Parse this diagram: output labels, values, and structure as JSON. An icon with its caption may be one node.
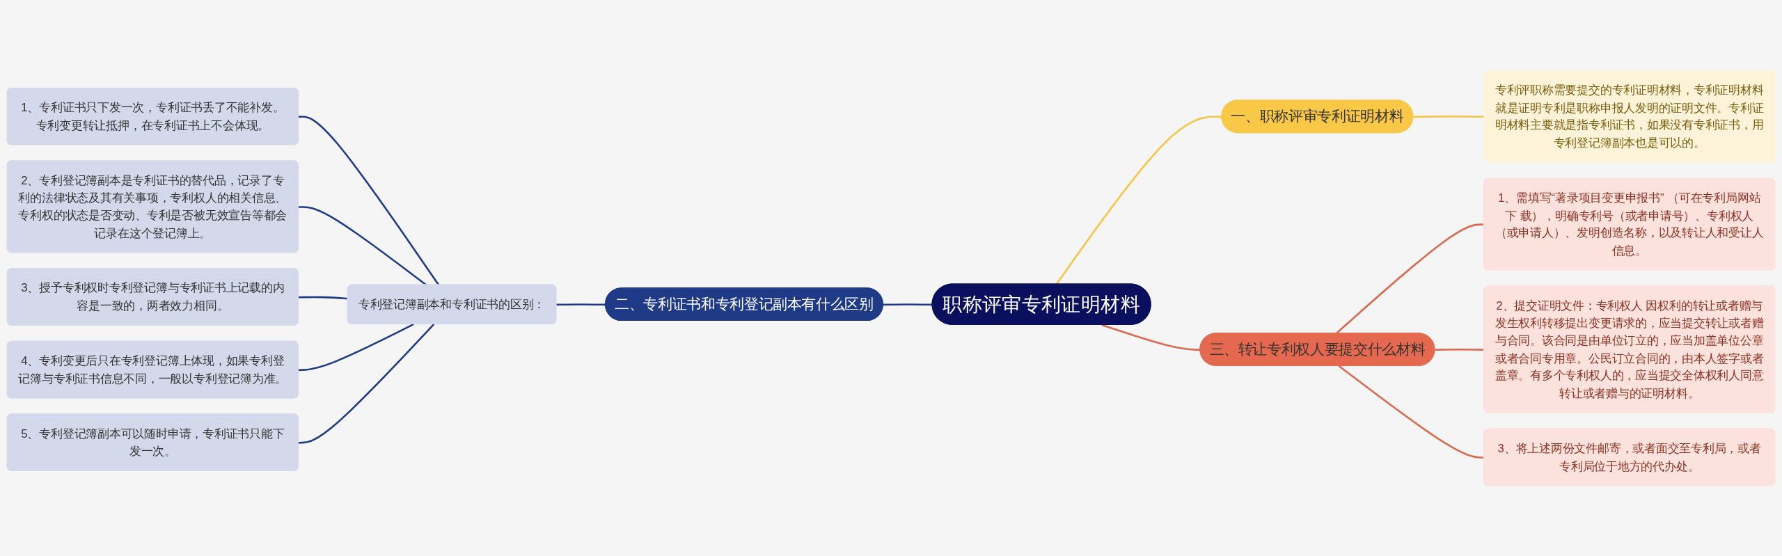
{
  "diagram": {
    "nodes": [
      {
        "text": [
          "职称评审专利证明材料"
        ]
      },
      {
        "text": [
          "一、职称评审专利证明材料"
        ]
      },
      {
        "text": [
          "专利评职称需要提交的专利证明材料，专利证明材料就是证明专利是职称申报人发明的证明文件。专利证明材料主要就是指专利证书，如果没有专利证书，用专利登记簿副本也是可以的。"
        ]
      },
      {
        "text": [
          "二、专利证书和专利登记副本有什么区别"
        ]
      },
      {
        "text": [
          "专利登记簿副本和专利证书的区别："
        ]
      },
      {
        "text": [
          "1、专利证书只下发一次，专利证书丢了不能补发。专利变更转让抵押，在专利证书上不会体现。"
        ]
      },
      {
        "text": [
          "2、专利登记簿副本是专利证书的替代品，记录了专利的法律状态及其有关事项，专利权人的相关信息、专利权的状态是否变动、专利是否被无效宣告等都会记录在这个登记簿上。"
        ]
      },
      {
        "text": [
          "3、授予专利权时专利登记簿与专利证书上记载的内容是一致的，两者效力相同。"
        ]
      },
      {
        "text": [
          "4、专利变更后只在专利登记簿上体现，如果专利登记簿与专利证书信息不同，一般以专利登记簿为准。"
        ]
      },
      {
        "text": [
          "5、专利登记簿副本可以随时申请，专利证书只能下发一次。"
        ]
      },
      {
        "text": [
          "三、转让专利权人要提交什么材料"
        ]
      },
      {
        "text": [
          "1、需填写“著录项目变更申报书” （可在专利局网站下 载），明确专利号（或者申请号）、专利权人（或申请人）、发明创造名称，以及转让人和受让人信息。"
        ]
      },
      {
        "text": [
          "2、提交证明文件：专利权人 因权利的转让或者赠与发生权利转移提出变更请求的，应当提交转让或者赠与合同。该合同是由单位订立的，应当加盖单位公章或者合同专用章。公民订立合同的，由本人签字或者盖章。有多个专利权人的，应当提交全体权利人同意转让或者赠与的证明材料。"
        ]
      },
      {
        "text": [
          "3、将上述两份文件邮寄，或者面交至专利局，或者专利局位于地方的代办处。"
        ]
      }
    ],
    "edges": [
      {
        "from": 0,
        "to": 1,
        "arrow": "none",
        "color": "#f5c542"
      },
      {
        "from": 1,
        "to": 2,
        "arrow": "none",
        "color": "#f5c542"
      },
      {
        "from": 0,
        "to": 3,
        "arrow": "none"
      },
      {
        "from": 3,
        "to": 4,
        "arrow": "none"
      },
      {
        "from": 4,
        "to": 5,
        "arrow": "none"
      },
      {
        "from": 4,
        "to": 6,
        "arrow": "none"
      },
      {
        "from": 4,
        "to": 7,
        "arrow": "none"
      },
      {
        "from": 4,
        "to": 8,
        "arrow": "none"
      },
      {
        "from": 4,
        "to": 9,
        "arrow": "none"
      },
      {
        "from": 0,
        "to": 10,
        "arrow": "none",
        "color": "#d9694f"
      },
      {
        "from": 10,
        "to": 11,
        "arrow": "none",
        "color": "#d9694f"
      },
      {
        "from": 10,
        "to": 12,
        "arrow": "none",
        "color": "#d9694f"
      },
      {
        "from": 10,
        "to": 13,
        "arrow": "none",
        "color": "#d9694f"
      }
    ]
  }
}
